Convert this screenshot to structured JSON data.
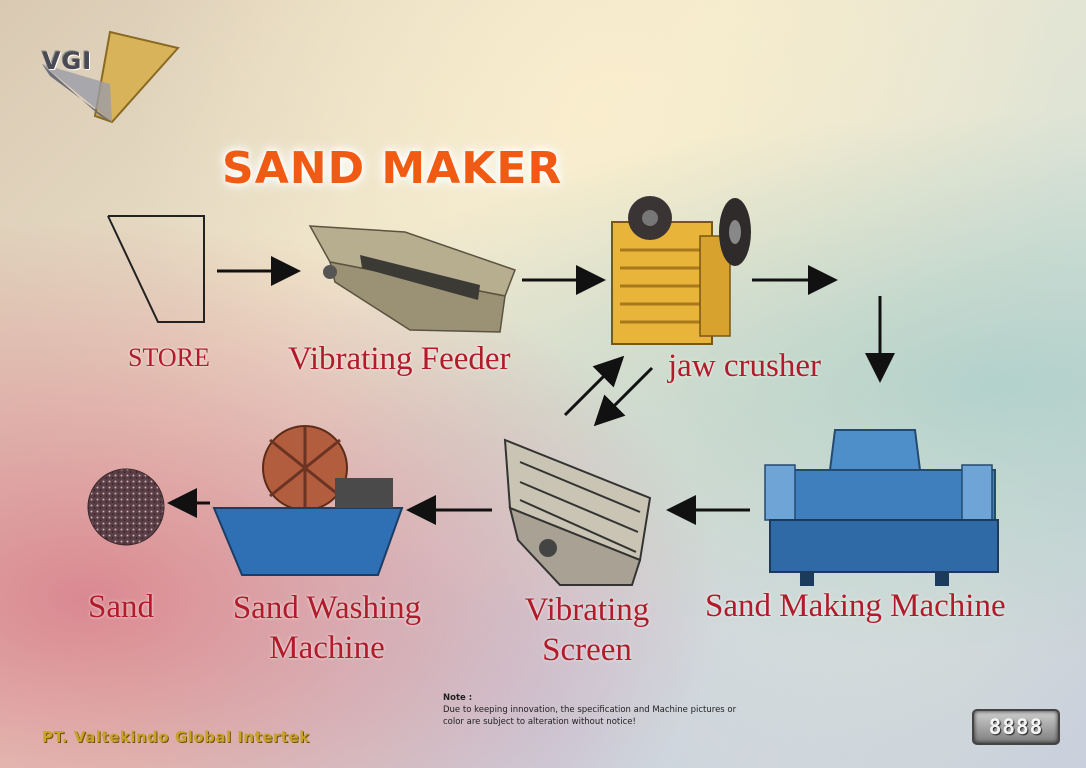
{
  "logo": {
    "text": "VGI"
  },
  "title": "SAND MAKER",
  "stages": {
    "store": "STORE",
    "vibrating_feeder": "Vibrating Feeder",
    "jaw_crusher": "jaw crusher",
    "sand_making_machine": "Sand Making Machine",
    "vibrating_screen_line1": "Vibrating",
    "vibrating_screen_line2": "Screen",
    "sand_washing_line1": "Sand Washing",
    "sand_washing_line2": "Machine",
    "sand": "Sand"
  },
  "note": {
    "heading": "Note :",
    "line1": "Due to keeping innovation, the specification and Machine pictures or",
    "line2": "color are subject to alteration without notice!"
  },
  "company": "PT. Valtekindo Global Intertek",
  "badge": "8888"
}
